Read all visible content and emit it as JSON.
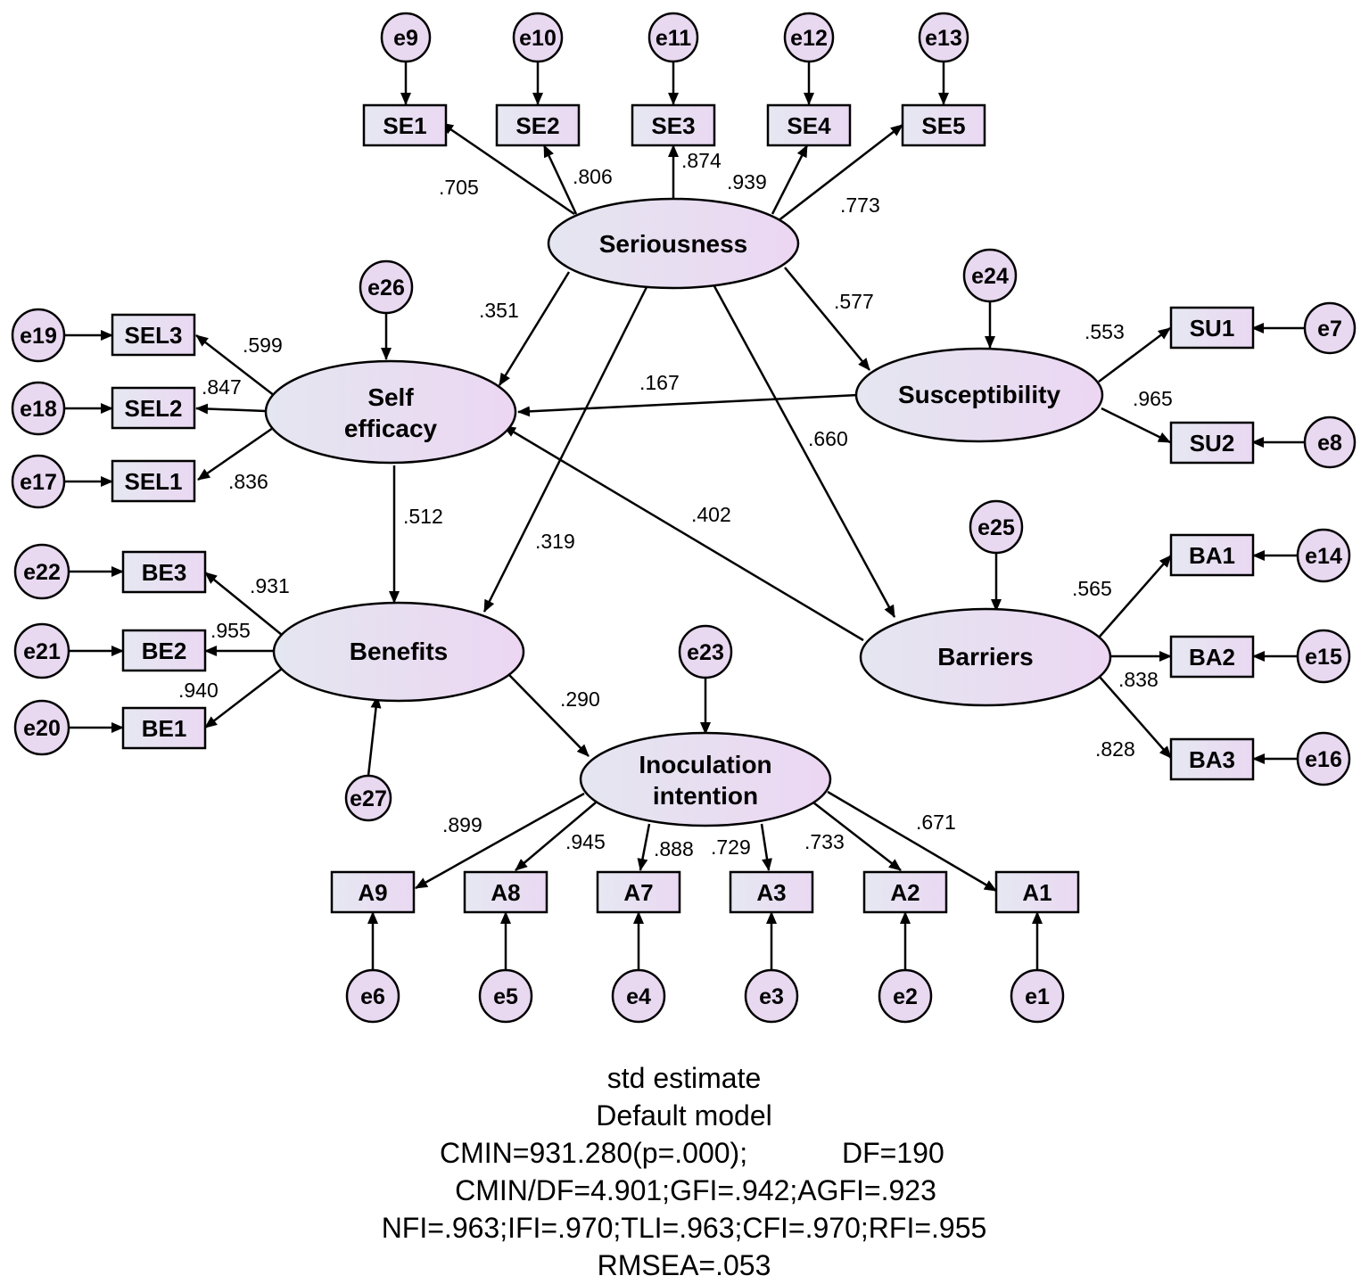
{
  "nodes": {
    "latent": {
      "seriousness": [
        "Seriousness"
      ],
      "self_efficacy": [
        "Self",
        "efficacy"
      ],
      "susceptibility": [
        "Susceptibility"
      ],
      "benefits": [
        "Benefits"
      ],
      "barriers": [
        "Barriers"
      ],
      "inoculation_intention": [
        "Inoculation",
        "intention"
      ]
    },
    "observed": {
      "SE1": "SE1",
      "SE2": "SE2",
      "SE3": "SE3",
      "SE4": "SE4",
      "SE5": "SE5",
      "SEL3": "SEL3",
      "SEL2": "SEL2",
      "SEL1": "SEL1",
      "SU1": "SU1",
      "SU2": "SU2",
      "BE3": "BE3",
      "BE2": "BE2",
      "BE1": "BE1",
      "BA1": "BA1",
      "BA2": "BA2",
      "BA3": "BA3",
      "A9": "A9",
      "A8": "A8",
      "A7": "A7",
      "A3": "A3",
      "A2": "A2",
      "A1": "A1"
    },
    "errors": {
      "e1": "e1",
      "e2": "e2",
      "e3": "e3",
      "e4": "e4",
      "e5": "e5",
      "e6": "e6",
      "e7": "e7",
      "e8": "e8",
      "e9": "e9",
      "e10": "e10",
      "e11": "e11",
      "e12": "e12",
      "e13": "e13",
      "e14": "e14",
      "e15": "e15",
      "e16": "e16",
      "e17": "e17",
      "e18": "e18",
      "e19": "e19",
      "e20": "e20",
      "e21": "e21",
      "e22": "e22",
      "e23": "e23",
      "e24": "e24",
      "e25": "e25",
      "e26": "e26",
      "e27": "e27"
    }
  },
  "coefficients": {
    "se1": ".705",
    "se2": ".806",
    "se3": ".874",
    "se4": ".939",
    "se5": ".773",
    "ser_self": ".351",
    "ser_susc": ".577",
    "ser_bar": ".660",
    "ser_ben": ".319",
    "sel3": ".599",
    "sel2": ".847",
    "sel1": ".836",
    "susc_self": ".167",
    "su1": ".553",
    "su2": ".965",
    "self_ben": ".512",
    "bar_self": ".402",
    "be3": ".931",
    "be2": ".955",
    "be1": ".940",
    "ba1": ".565",
    "ba2": ".838",
    "ba3": ".828",
    "ben_int": ".290",
    "a9": ".899",
    "a8": ".945",
    "a7": ".888",
    "a3": ".729",
    "a2": ".733",
    "a1": ".671"
  },
  "fit": {
    "line1": "std estimate",
    "line2": "Default model",
    "cmin": "CMIN=931.280(p=.000);",
    "df": "DF=190",
    "line4": "CMIN/DF=4.901;GFI=.942;AGFI=.923",
    "line5": "NFI=.963;IFI=.970;TLI=.963;CFI=.970;RFI=.955",
    "line6": "RMSEA=.053"
  },
  "colors": {
    "fill_light": "#e6e8f2",
    "fill_pink": "#ead8f2",
    "circle_fill": "#e8d8f0",
    "stroke": "#000000"
  }
}
